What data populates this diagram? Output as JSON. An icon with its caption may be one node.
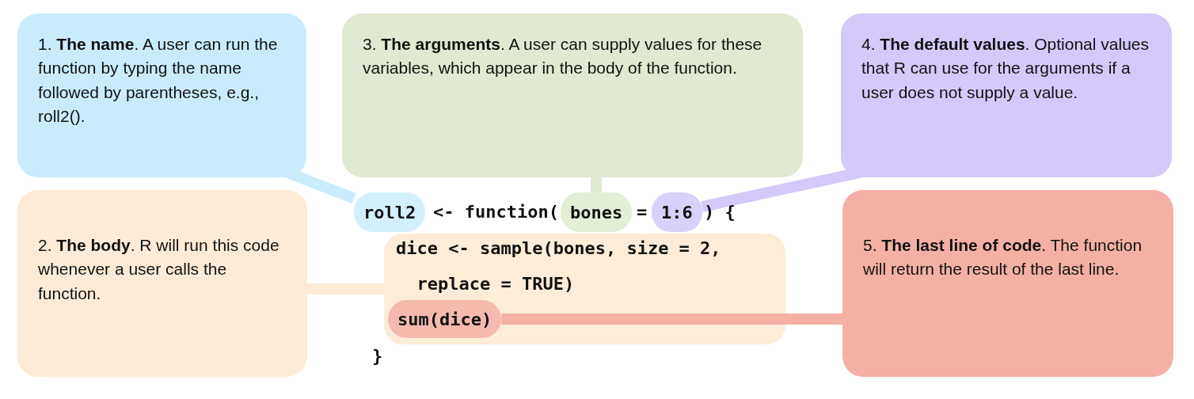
{
  "diagram": {
    "nodes": [
      {
        "text": [
          "1. **The name**. A user can run the function by typing the name followed by parentheses, e.g., roll2()."
        ]
      },
      {
        "text": [
          "3. **The arguments**. A user can supply values for these variables, which appear in the body of the function."
        ]
      },
      {
        "text": [
          "4. **The default values**. Optional values that R can use for the arguments if a user does not supply a value."
        ]
      },
      {
        "text": [
          "2. **The body**. R will run this code whenever a user calls the function."
        ]
      },
      {
        "text": [
          "5. **The last line of code**. The function will return the result of the last line."
        ]
      },
      {
        "text": [
          "roll2"
        ]
      },
      {
        "text": [
          "bones"
        ]
      },
      {
        "text": [
          "1:6"
        ]
      },
      {
        "text": [
          "dice <- sample(bones, size = 2, replace = TRUE)"
        ]
      },
      {
        "text": [
          "sum(dice)"
        ],
        "in": 8
      }
    ],
    "edges": [
      {
        "from": 0,
        "to": 5,
        "arrow": "none",
        "color": "#c9ecfc"
      },
      {
        "from": 1,
        "to": 6,
        "arrow": "none",
        "color": "#e0e9d1"
      },
      {
        "from": 2,
        "to": 7,
        "arrow": "none",
        "color": "#d4c9fa"
      },
      {
        "from": 3,
        "to": 8,
        "arrow": "none",
        "color": "#fdebd7"
      },
      {
        "from": 4,
        "to": 9,
        "arrow": "none",
        "color": "#f5b0a6"
      }
    ],
    "labels": [
      "<- function(",
      "=",
      ") {",
      "}"
    ]
  }
}
